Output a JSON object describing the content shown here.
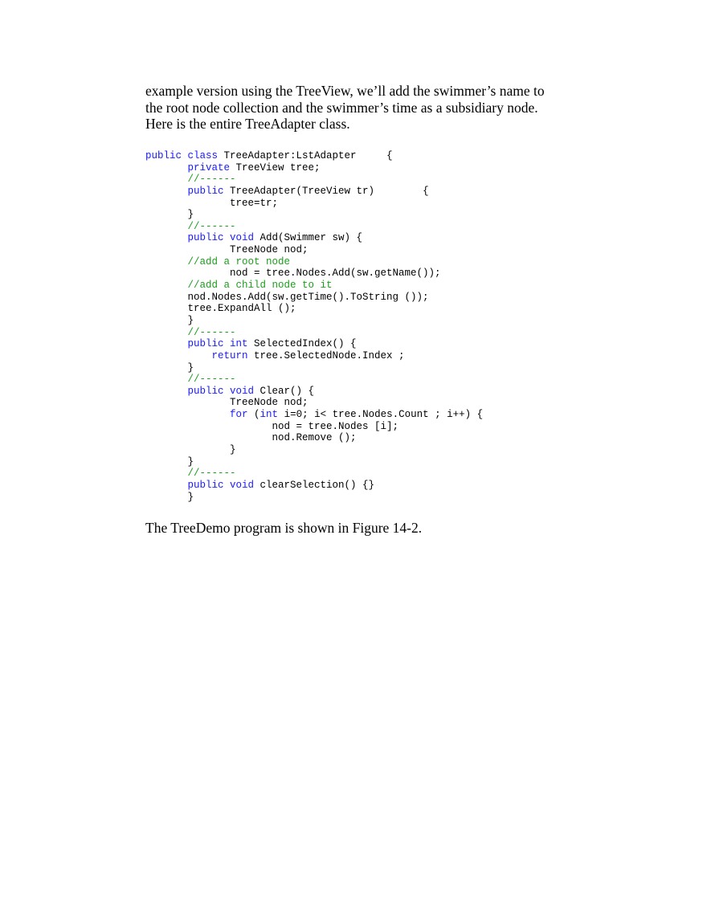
{
  "intro": {
    "lines": [
      "example version using the TreeView, we’ll add the swimmer’s name to",
      "the root node collection and the swimmer’s time as a subsidiary node.",
      "Here is the entire TreeAdapter class."
    ]
  },
  "code": {
    "lines": [
      [
        {
          "t": "public class ",
          "c": "kw"
        },
        {
          "t": "TreeAdapter:LstAdapter     {",
          "c": "tx"
        }
      ],
      [
        {
          "t": "       private ",
          "c": "kw"
        },
        {
          "t": "TreeView tree;",
          "c": "tx"
        }
      ],
      [
        {
          "t": "       //------",
          "c": "cm"
        }
      ],
      [
        {
          "t": "       public ",
          "c": "kw"
        },
        {
          "t": "TreeAdapter(TreeView tr)        {",
          "c": "tx"
        }
      ],
      [
        {
          "t": "              tree=tr;",
          "c": "tx"
        }
      ],
      [
        {
          "t": "       }",
          "c": "tx"
        }
      ],
      [
        {
          "t": "       //------",
          "c": "cm"
        }
      ],
      [
        {
          "t": "       public void ",
          "c": "kw"
        },
        {
          "t": "Add(Swimmer sw) {",
          "c": "tx"
        }
      ],
      [
        {
          "t": "              TreeNode nod;",
          "c": "tx"
        }
      ],
      [
        {
          "t": "       //add a root node",
          "c": "cm"
        }
      ],
      [
        {
          "t": "              nod = tree.Nodes.Add(sw.getName());",
          "c": "tx"
        }
      ],
      [
        {
          "t": "       //add a child node to it",
          "c": "cm"
        }
      ],
      [
        {
          "t": "       nod.Nodes.Add(sw.getTime().ToString ());",
          "c": "tx"
        }
      ],
      [
        {
          "t": "       tree.ExpandAll ();",
          "c": "tx"
        }
      ],
      [
        {
          "t": "       }",
          "c": "tx"
        }
      ],
      [
        {
          "t": "       //------",
          "c": "cm"
        }
      ],
      [
        {
          "t": "       public int ",
          "c": "kw"
        },
        {
          "t": "SelectedIndex() {",
          "c": "tx"
        }
      ],
      [
        {
          "t": "           return ",
          "c": "kw"
        },
        {
          "t": "tree.SelectedNode.Index ;",
          "c": "tx"
        }
      ],
      [
        {
          "t": "       }",
          "c": "tx"
        }
      ],
      [
        {
          "t": "       //------",
          "c": "cm"
        }
      ],
      [
        {
          "t": "       public void ",
          "c": "kw"
        },
        {
          "t": "Clear() {",
          "c": "tx"
        }
      ],
      [
        {
          "t": "              TreeNode nod;",
          "c": "tx"
        }
      ],
      [
        {
          "t": "              for ",
          "c": "kw"
        },
        {
          "t": "(",
          "c": "tx"
        },
        {
          "t": "int ",
          "c": "kw"
        },
        {
          "t": "i=0; i< tree.Nodes.Count ; i++) {",
          "c": "tx"
        }
      ],
      [
        {
          "t": "                     nod = tree.Nodes [i];",
          "c": "tx"
        }
      ],
      [
        {
          "t": "                     nod.Remove ();",
          "c": "tx"
        }
      ],
      [
        {
          "t": "              }",
          "c": "tx"
        }
      ],
      [
        {
          "t": "       }",
          "c": "tx"
        }
      ],
      [
        {
          "t": "       //------",
          "c": "cm"
        }
      ],
      [
        {
          "t": "       public void ",
          "c": "kw"
        },
        {
          "t": "clearSelection() {}",
          "c": "tx"
        }
      ],
      [
        {
          "t": "       }",
          "c": "tx"
        }
      ]
    ]
  },
  "outro": {
    "text": "The TreeDemo program is shown in Figure 14-2."
  },
  "colors": {
    "keyword": "#1a1aff",
    "comment": "#1c9e1c",
    "text": "#000000"
  }
}
